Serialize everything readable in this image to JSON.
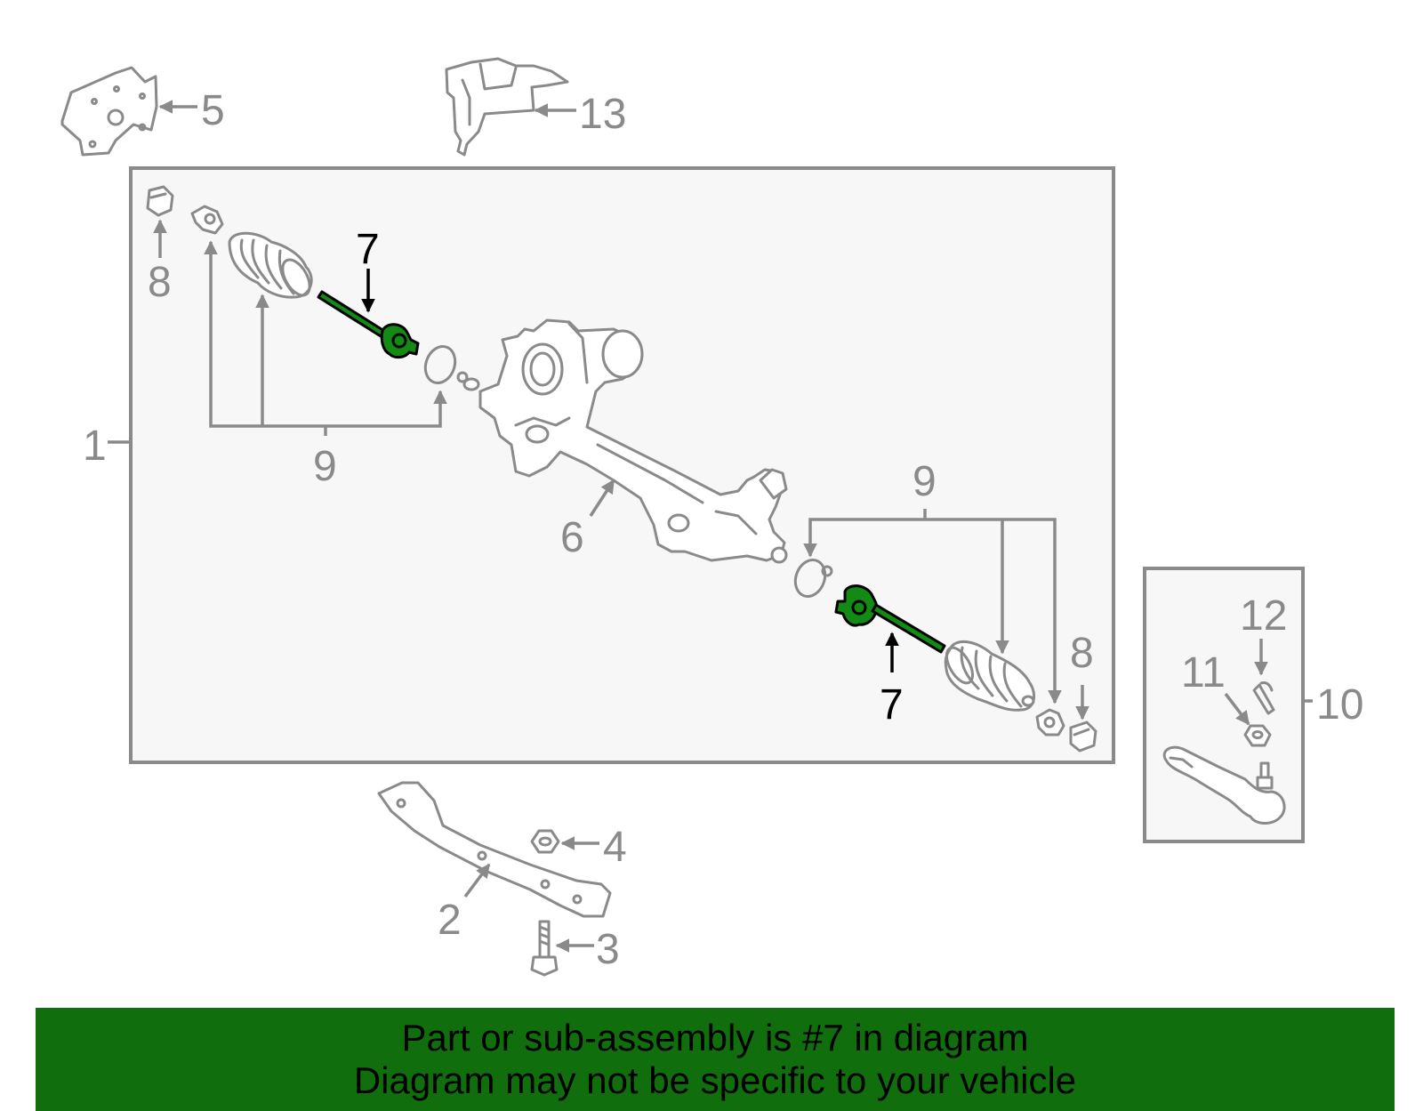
{
  "diagram": {
    "highlighted_part": "7",
    "colors": {
      "banner_background": "#116e0d",
      "highlight_fill": "#138a13",
      "line_gray": "#8a8a8a",
      "panel_fill": "#f7f7f7"
    },
    "callouts": {
      "c1": "1",
      "c2": "2",
      "c3": "3",
      "c4": "4",
      "c5": "5",
      "c6": "6",
      "c7_left": "7",
      "c7_right": "7",
      "c8_left": "8",
      "c8_right": "8",
      "c9_left": "9",
      "c9_right": "9",
      "c10": "10",
      "c11": "11",
      "c12": "12",
      "c13": "13"
    }
  },
  "footer": {
    "line1": "Part or sub-assembly is #7 in diagram",
    "line2": "Diagram may not be specific to your vehicle"
  }
}
